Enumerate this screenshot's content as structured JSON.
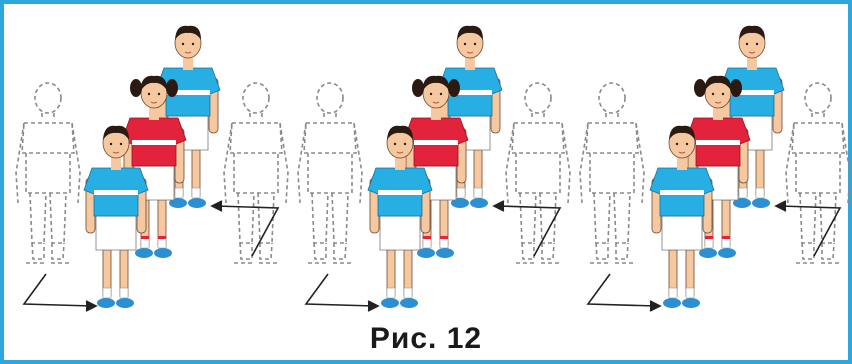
{
  "figure": {
    "caption": "Рис. 12"
  },
  "colors": {
    "frame_border": "#2ea7dc",
    "shirt_blue": "#27aee3",
    "shirt_red": "#e3223b",
    "shoes": "#2b8fd1",
    "hair": "#2a1a12",
    "skin": "#f5c8a0",
    "outline": "#8a8a8a",
    "arrow": "#222222"
  },
  "icons": [
    "child-figure",
    "dashed-outline-figure",
    "movement-arrow"
  ]
}
